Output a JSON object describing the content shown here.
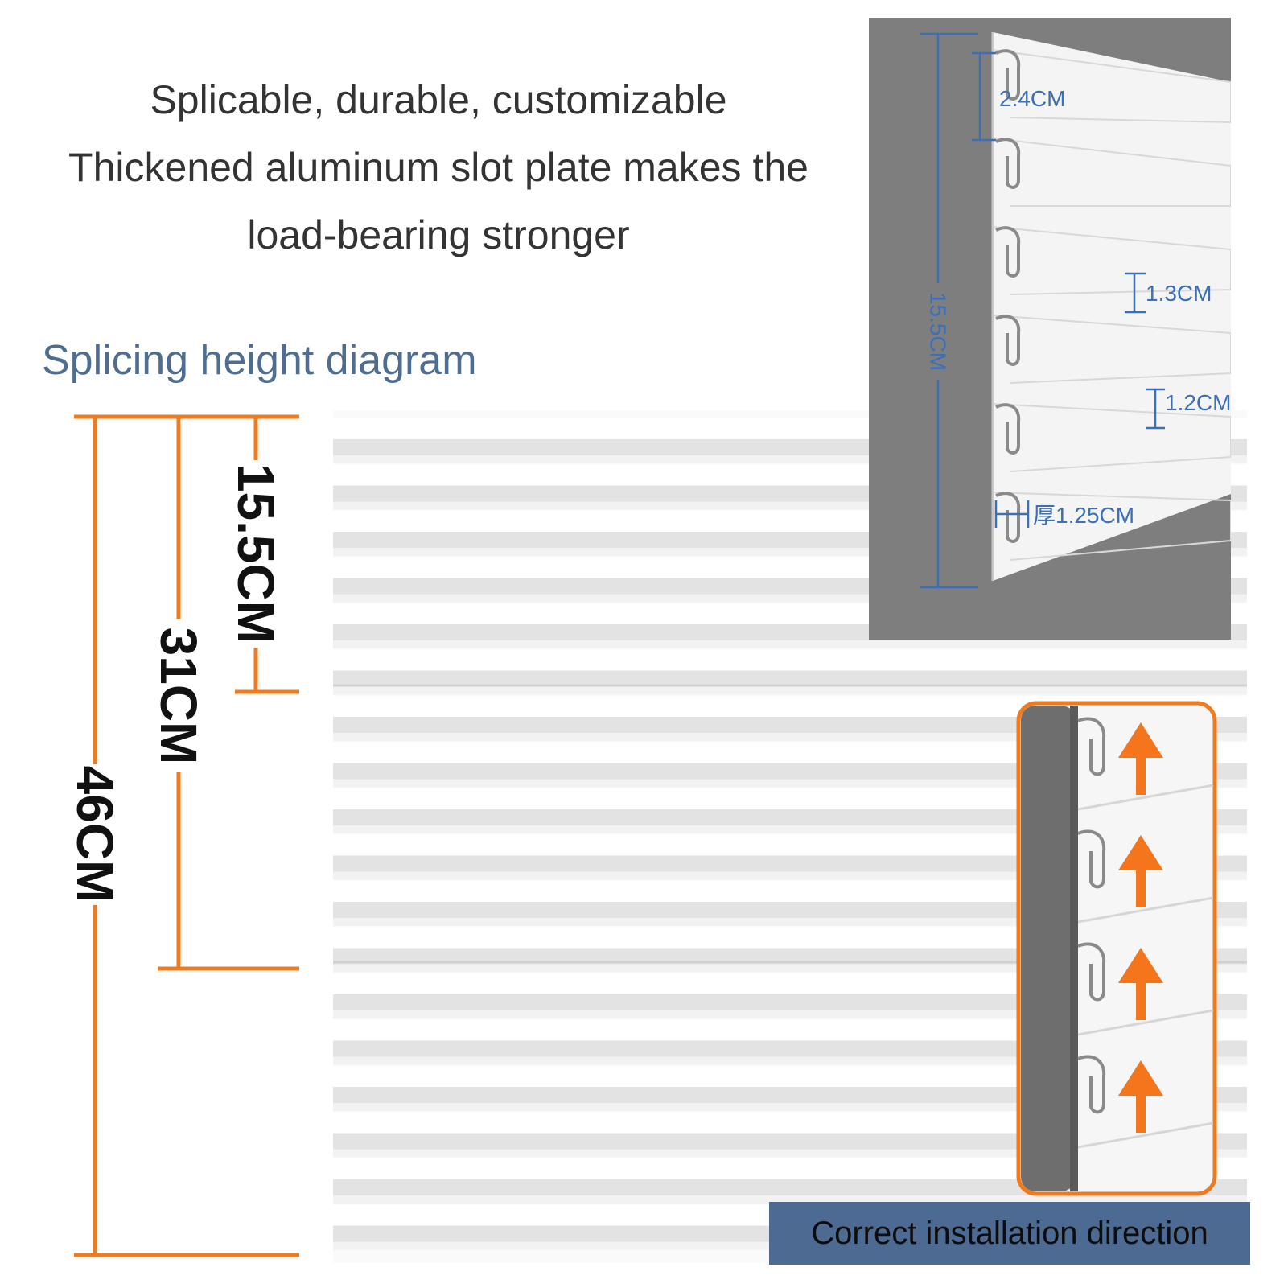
{
  "headline": {
    "line1": "Splicable, durable, customizable",
    "line2": "Thickened aluminum slot plate makes the",
    "line3": "load-bearing stronger"
  },
  "section_title": "Splicing height diagram",
  "height_dimensions": {
    "first": "15.5CM",
    "second": "31CM",
    "third": "46CM"
  },
  "profile_dimensions": {
    "overall_height": "15.5CM",
    "slot_pitch": "2.4CM",
    "slot_gap_a": "1.3CM",
    "slot_gap_b": "1.2CM",
    "thickness": "厚1.25CM"
  },
  "install_caption": "Correct installation direction",
  "colors": {
    "dimension_orange": "#f07a1e",
    "arrow_orange": "#f5751c",
    "dimension_blue": "#3b6fb6",
    "wall_gray": "#7e7e7e",
    "caption_bar": "#4d6a92",
    "section_title": "#4e6d90",
    "panel_stripe": "#e3e3e3"
  },
  "icons": [
    "up-arrow-icon"
  ]
}
